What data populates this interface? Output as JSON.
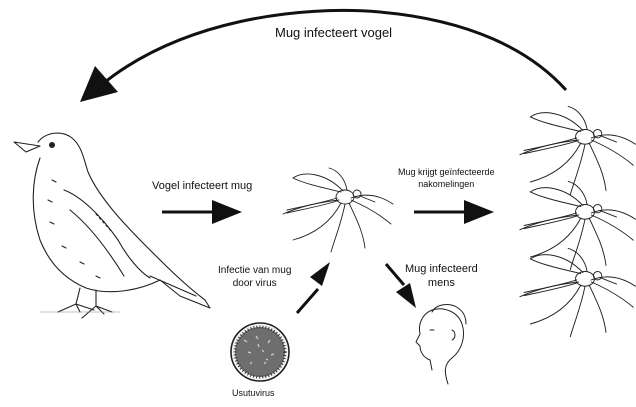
{
  "labels": {
    "bird_to_mosquito_cycle": "Mug infecteert vogel",
    "bird_infects_mosquito": "Vogel infecteert mug",
    "offspring_line1": "Mug krijgt geïnfecteerde",
    "offspring_line2": "nakomelingen",
    "human_line1": "Mug infecteerd",
    "human_line2": "mens",
    "virus_line1": "Infectie van mug",
    "virus_line2": "door virus",
    "virus_name": "Usutuvirus"
  },
  "icons": {
    "bird": "blackbird-illustration",
    "mosquito": "mosquito-illustration",
    "human": "human-head-illustration",
    "virus": "virus-particle-illustration"
  },
  "colors": {
    "ink": "#111111",
    "background": "#ffffff"
  }
}
